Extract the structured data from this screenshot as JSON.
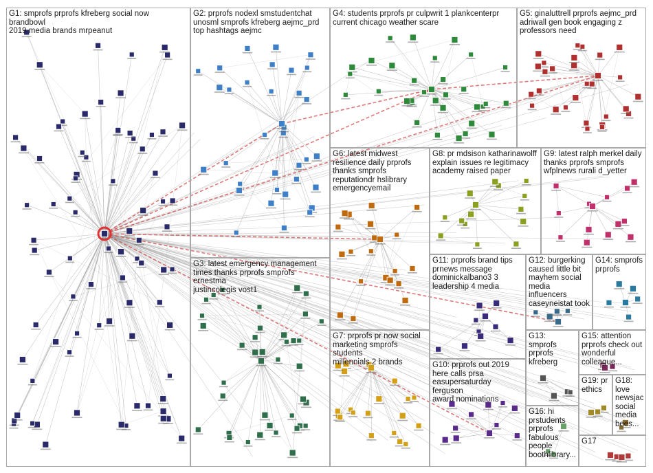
{
  "groups": [
    {
      "id": "G1",
      "label": "G1: smprofs prprofs kfreberg social now brandbowl\n2019 media brands mrpeanut",
      "color": "#2a2a6a"
    },
    {
      "id": "G2",
      "label": "G2: prprofs nodexl smstudentchat\nunosml smprofs kfreberg aejmc_prd\ntop hashtags aejmc",
      "color": "#3f7fc6"
    },
    {
      "id": "G3",
      "label": "G3: latest emergency management\ntimes thanks prprofs smprofs ernestma\njustincolegis vost1",
      "color": "#2f6e4a"
    },
    {
      "id": "G4",
      "label": "G4: students prprofs pr culpwrit 1 plankcenterpr\ncurrent chicago weather scare",
      "color": "#2e8a3a"
    },
    {
      "id": "G5",
      "label": "G5: ginaluttrell prprofs aejmc_prd\nadriwall gen book engaging z\nprofessors need",
      "color": "#b03030"
    },
    {
      "id": "G6",
      "label": "G6: latest midwest\nresilience daily prprofs\nthanks smprofs\nreputationdr hslibrary\nemergencyemail",
      "color": "#c06a10"
    },
    {
      "id": "G7",
      "label": "G7: prprofs pr now social\nmarketing smprofs students\nmillennials 2 brands",
      "color": "#d4a017"
    },
    {
      "id": "G8",
      "label": "G8: pr mdsison katharinawolff\nexplain issues re legitimacy\nacademy raised paper",
      "color": "#8aa020"
    },
    {
      "id": "G9",
      "label": "G9: latest ralph merkel daily\nthanks prprofs smprofs\nwfplnews rurali d_yetter",
      "color": "#c0306a"
    },
    {
      "id": "G10",
      "label": "G10: prprofs out 2019\nhere calls prsa\neasupersaturday ferguson\naward nominations",
      "color": "#5a2a8a"
    },
    {
      "id": "G11",
      "label": "G11: prprofs brand tips\nprnews message\ndominickalbano3 3\nleadership 4 media",
      "color": "#3a2a7a"
    },
    {
      "id": "G12",
      "label": "G12: burgerking\ncaused little bit\nmayhem social\nmedia influencers\ncaseyneistat took",
      "color": "#3a6a8a"
    },
    {
      "id": "G13",
      "label": "G13: smprofs\nprprofs\nkfreberg",
      "color": "#555555"
    },
    {
      "id": "G14",
      "label": "G14: smprofs\nprprofs",
      "color": "#2a7aa0"
    },
    {
      "id": "G15",
      "label": "G15: attention\nprprofs check out\nwonderful\ncolleague...",
      "color": "#7a2a5a"
    },
    {
      "id": "G16",
      "label": "G16: hi\nprstudents\nprprofs\nfabulous\npeople\nboothlibrary...",
      "color": "#6aa06a"
    },
    {
      "id": "G17",
      "label": "G17",
      "color": "#b03a3a"
    },
    {
      "id": "G18",
      "label": "G18:\nlove\nnewsjac...\nsocial\nmedia\nbees...",
      "color": "#8a6a2a"
    },
    {
      "id": "G19",
      "label": "G19: pr\nethics",
      "color": "#a08a2a"
    }
  ],
  "legend": {
    "edge_color": "#9a9a9a",
    "cross_edge_color": "#d24a4a",
    "hub_color": "#e03030"
  }
}
